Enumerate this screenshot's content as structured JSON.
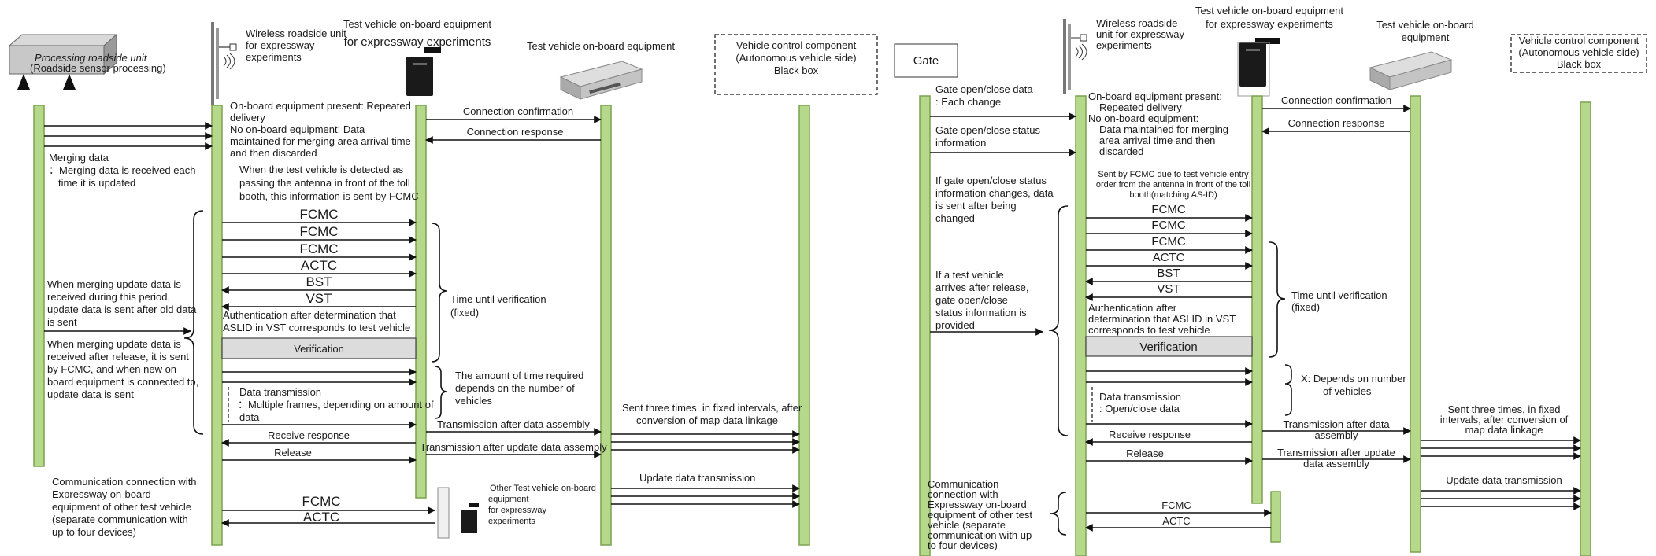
{
  "left": {
    "header": {
      "processing_unit_line1": "Processing roadside unit",
      "processing_unit_line2": "(Roadside sensor processing)",
      "wireless_line1": "Wireless roadside unit",
      "wireless_line2": "for expressway",
      "wireless_line3": "experiments",
      "test_obe_line1": "Test vehicle on-board equipment",
      "test_obe_line2": "for expressway experiments",
      "obe_label": "Test vehicle on-board equipment",
      "vcc_line1": "Vehicle control component",
      "vcc_line2": "(Autonomous vehicle side)",
      "vcc_line3": "Black box"
    },
    "notes": {
      "merging_data_line1": "Merging data",
      "merging_data_line2": "：Merging data is received each",
      "merging_data_line3": "time it is updated",
      "obe_present_1": "On-board equipment present: Repeated",
      "obe_present_2": "delivery",
      "no_obe_1": "No on-board equipment: Data",
      "no_obe_2": "maintained for merging area arrival time",
      "no_obe_3": "and then discarded",
      "detected_1": "When the test vehicle is detected as",
      "detected_2": "passing the antenna in front of the toll",
      "detected_3": "booth, this information is sent by FCMC",
      "during_1": "When merging update data is",
      "during_2": "received during this period,",
      "during_3": "update data is sent after old data",
      "during_4": "is sent",
      "after_1": "When merging update data is",
      "after_2": "received after release, it is sent",
      "after_3": "by FCMC, and when new on-",
      "after_4": "board equipment is connected to,",
      "after_5": "update data is sent",
      "auth_1": "Authentication after determination that",
      "auth_2": "ASLID in VST corresponds to test vehicle",
      "verification": "Verification",
      "data_tx_1": "Data transmission",
      "data_tx_2": "：Multiple frames, depending on amount of",
      "data_tx_3": "data",
      "time_verif_1": "Time until verification",
      "time_verif_2": "(fixed)",
      "amount_1": "The amount of time required",
      "amount_2": "depends on the number of",
      "amount_3": "vehicles",
      "sent_three_1": "Sent three times, in fixed intervals, after",
      "sent_three_2": "conversion of map data linkage",
      "update_tx": "Update data transmission",
      "comm_1": "Communication connection with",
      "comm_2": "Expressway on-board",
      "comm_3": "equipment of other test vehicle",
      "comm_4": "(separate communication with",
      "comm_5": "up to four devices)",
      "other_1": "Other Test vehicle on-board",
      "other_2": "equipment",
      "other_3": "for expressway",
      "other_4": "experiments"
    },
    "messages": {
      "conn_confirm": "Connection confirmation",
      "conn_response": "Connection response",
      "fcmc": "FCMC",
      "actc": "ACTC",
      "bst": "BST",
      "vst": "VST",
      "tx_after_assembly": "Transmission after data assembly",
      "tx_after_update": "Transmission after update data assembly",
      "receive_response": "Receive response",
      "release": "Release"
    }
  },
  "right": {
    "header": {
      "gate": "Gate",
      "wireless_line1": "Wireless roadside",
      "wireless_line2": "unit for expressway",
      "wireless_line3": "experiments",
      "test_obe_line1": "Test vehicle on-board equipment",
      "test_obe_line2": "for expressway experiments",
      "obe_line1": "Test vehicle on-board",
      "obe_line2": "equipment",
      "vcc_line1": "Vehicle control component",
      "vcc_line2": "(Autonomous vehicle side)",
      "vcc_line3": "Black box"
    },
    "notes": {
      "gate_data_1": "Gate open/close data",
      "gate_data_2": ": Each change",
      "gate_status_1": "Gate open/close status",
      "gate_status_2": "information",
      "obe_present_1": "On-board equipment present:",
      "obe_present_2": "Repeated delivery",
      "no_obe_1": "No on-board equipment:",
      "no_obe_2": "Data maintained for merging",
      "no_obe_3": "area arrival time and then",
      "no_obe_4": "discarded",
      "sent_fcmc_1": "Sent by FCMC due to test vehicle entry",
      "sent_fcmc_2": "order from the antenna in front of the toll",
      "sent_fcmc_3": "booth(matching AS-ID)",
      "gate_changes_1": "If gate open/close status",
      "gate_changes_2": "information changes, data",
      "gate_changes_3": "is sent after being",
      "gate_changes_4": "changed",
      "arrives_1": "If a test vehicle",
      "arrives_2": "arrives after release,",
      "arrives_3": "gate open/close",
      "arrives_4": "status information is",
      "arrives_5": "provided",
      "auth_1": "Authentication after",
      "auth_2": "determination that ASLID in VST",
      "auth_3": "corresponds to test vehicle",
      "verification": "Verification",
      "data_tx_1": "Data transmission",
      "data_tx_2": ": Open/close data",
      "time_verif_1": "Time until verification",
      "time_verif_2": "(fixed)",
      "depends_1": "X: Depends on number",
      "depends_2": "of vehicles",
      "sent_three_1": "Sent three times, in fixed",
      "sent_three_2": "intervals, after conversion of",
      "sent_three_3": "map data linkage",
      "update_tx": "Update data transmission",
      "comm_1": "Communication",
      "comm_2": "connection with",
      "comm_3": "Expressway on-board",
      "comm_4": "equipment of other test",
      "comm_5": "vehicle (separate",
      "comm_6": "communication with up",
      "comm_7": "to four devices)"
    },
    "messages": {
      "conn_confirm": "Connection confirmation",
      "conn_response": "Connection response",
      "fcmc": "FCMC",
      "actc": "ACTC",
      "bst": "BST",
      "vst": "VST",
      "tx_after_assembly_1": "Transmission after data",
      "tx_after_assembly_2": "assembly",
      "tx_after_update_1": "Transmission after update",
      "tx_after_update_2": "data assembly",
      "receive_response": "Receive response",
      "release": "Release"
    }
  }
}
